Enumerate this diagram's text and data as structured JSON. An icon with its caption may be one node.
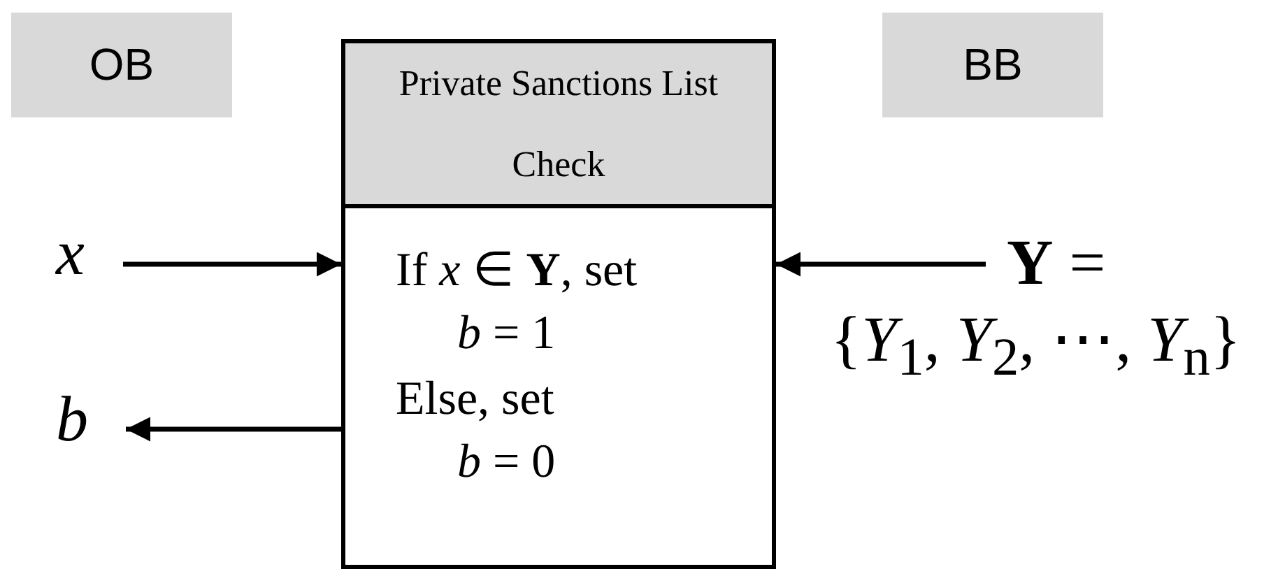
{
  "diagram": {
    "nodes": [
      {
        "text": [
          "OB"
        ]
      },
      {
        "text": [
          "BB"
        ]
      },
      {
        "text": [
          "Private Sanctions List Check",
          "If *x* ∈ **Y**, set *b* = 1",
          "Else, set *b* = 0"
        ]
      },
      {
        "text": [
          "x"
        ]
      },
      {
        "text": [
          "b"
        ]
      },
      {
        "text": [
          "**Y** = {*Y*$_{1}$, *Y*$_{2}$, ⋯, *Y*$_{n}$}"
        ]
      }
    ],
    "edges": [
      {
        "from": 3,
        "to": 2,
        "arrow": "to"
      },
      {
        "from": 2,
        "to": 4,
        "arrow": "to"
      },
      {
        "from": 5,
        "to": 2,
        "arrow": "to"
      }
    ]
  }
}
